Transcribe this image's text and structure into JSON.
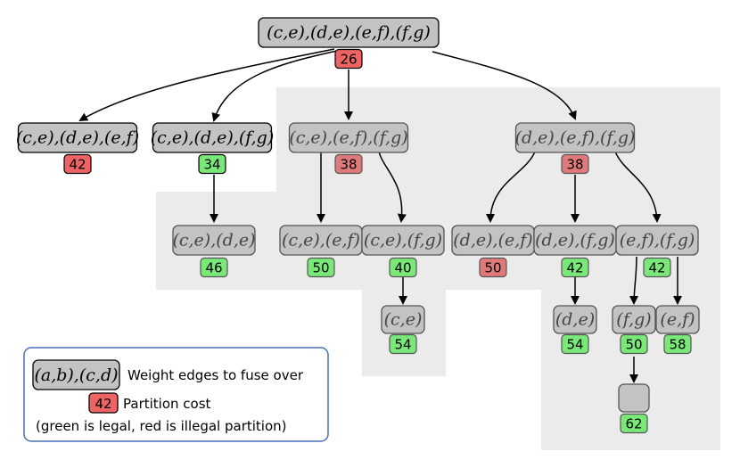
{
  "colors": {
    "legal": "#79e879",
    "illegal": "#ee6464",
    "illegal_dim": "#e07a7a",
    "node_fill": "#c3c3c3",
    "region": "#ebebeb",
    "legend_border": "#4a6fb5",
    "legend_bg": "#ffffff"
  },
  "tree": {
    "root": {
      "label": "(c,e),(d,e),(e,f),(f,g)",
      "cost": "26",
      "legal": false
    },
    "level1": [
      {
        "label": "(c,e),(d,e),(e,f)",
        "cost": "42",
        "legal": false
      },
      {
        "label": "(c,e),(d,e),(f,g)",
        "cost": "34",
        "legal": true
      },
      {
        "label": "(c,e),(e,f),(f,g)",
        "cost": "38",
        "legal": false
      },
      {
        "label": "(d,e),(e,f),(f,g)",
        "cost": "38",
        "legal": false
      }
    ],
    "level2": [
      {
        "label": "(c,e),(d,e)",
        "cost": "46",
        "legal": true
      },
      {
        "label": "(c,e),(e,f)",
        "cost": "50",
        "legal": true
      },
      {
        "label": "(c,e),(f,g)",
        "cost": "40",
        "legal": true
      },
      {
        "label": "(d,e),(e,f)",
        "cost": "50",
        "legal": false
      },
      {
        "label": "(d,e),(f,g)",
        "cost": "42",
        "legal": true
      },
      {
        "label": "(e,f),(f,g)",
        "cost": "42",
        "legal": true
      }
    ],
    "level3": [
      {
        "label": "(c,e)",
        "cost": "54",
        "legal": true
      },
      {
        "label": "(d,e)",
        "cost": "54",
        "legal": true
      },
      {
        "label": "(f,g)",
        "cost": "50",
        "legal": true
      },
      {
        "label": "(e,f)",
        "cost": "58",
        "legal": true
      }
    ],
    "level4": [
      {
        "label": "",
        "cost": "62",
        "legal": true
      }
    ]
  },
  "legend": {
    "node_label": "(a,b),(c,d)",
    "node_desc": "Weight edges to fuse over",
    "cost_label": "42",
    "cost_desc": "Partition cost",
    "note": "(green is legal, red is illegal partition)"
  }
}
